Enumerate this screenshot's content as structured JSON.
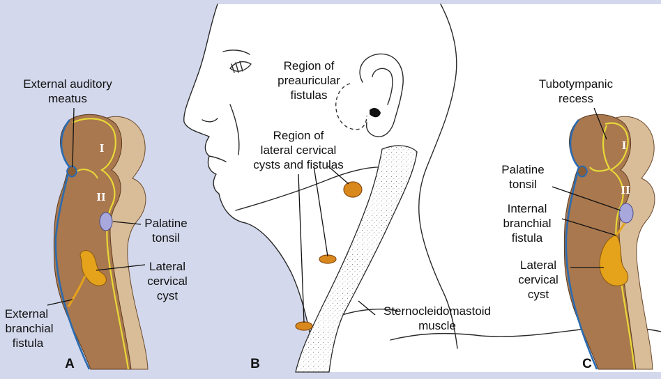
{
  "colors": {
    "background": "#d3d8ec",
    "tissue": "#a9784e",
    "tissue_side": "#d9bd98",
    "cyst": "#e5a21b",
    "tonsil": "#a9a8dc",
    "ectoderm": "#2b6bb0",
    "endoderm": "#e8d838"
  },
  "panel_a": {
    "letter": "A",
    "arch_1": "I",
    "arch_2": "II",
    "label_meatus_1": "External auditory",
    "label_meatus_2": "meatus",
    "label_tonsil_1": "Palatine",
    "label_tonsil_2": "tonsil",
    "label_cyst_1": "Lateral",
    "label_cyst_2": "cervical",
    "label_cyst_3": "cyst",
    "label_fistula_1": "External",
    "label_fistula_2": "branchial",
    "label_fistula_3": "fistula"
  },
  "panel_b": {
    "letter": "B",
    "label_preauricular_1": "Region of",
    "label_preauricular_2": "preauricular",
    "label_preauricular_3": "fistulas",
    "label_cervical_1": "Region of",
    "label_cervical_2": "lateral cervical",
    "label_cervical_3": "cysts and fistulas",
    "label_scm_1": "Sternocleidomastoid",
    "label_scm_2": "muscle"
  },
  "panel_c": {
    "letter": "C",
    "arch_1": "I",
    "arch_2": "II",
    "label_tubo_1": "Tubotympanic",
    "label_tubo_2": "recess",
    "label_tonsil_1": "Palatine",
    "label_tonsil_2": "tonsil",
    "label_internal_1": "Internal",
    "label_internal_2": "branchial",
    "label_internal_3": "fistula",
    "label_cyst_1": "Lateral",
    "label_cyst_2": "cervical",
    "label_cyst_3": "cyst"
  }
}
